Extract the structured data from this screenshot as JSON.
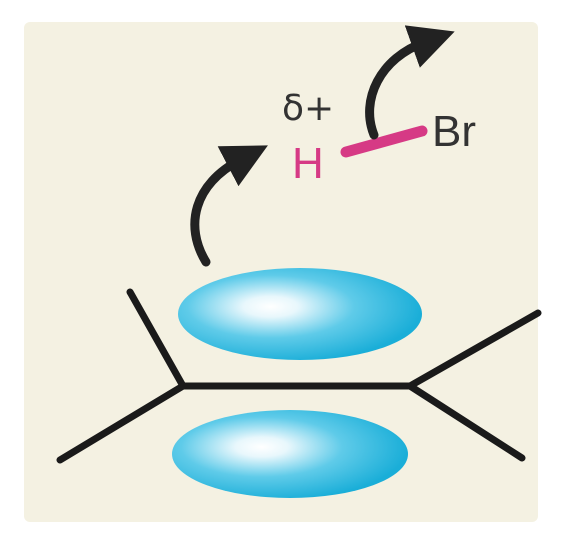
{
  "labels": {
    "partial_charge": "δ+",
    "hydrogen": "H",
    "bromine": "Br"
  },
  "colors": {
    "panel_background": "#f4f1e2",
    "bond_pink": "#d63a85",
    "hydrogen_text": "#d63a85",
    "bromine_text": "#333333",
    "charge_text": "#333333",
    "skeleton_line": "#1a1a1a",
    "arrow": "#222222",
    "orbital_dark": "#1aaed8",
    "orbital_light": "#ffffff"
  },
  "icons": {
    "arrow_from_pi_bond": "curved-arrow-icon",
    "arrow_from_hbr_bond": "curved-arrow-icon"
  }
}
